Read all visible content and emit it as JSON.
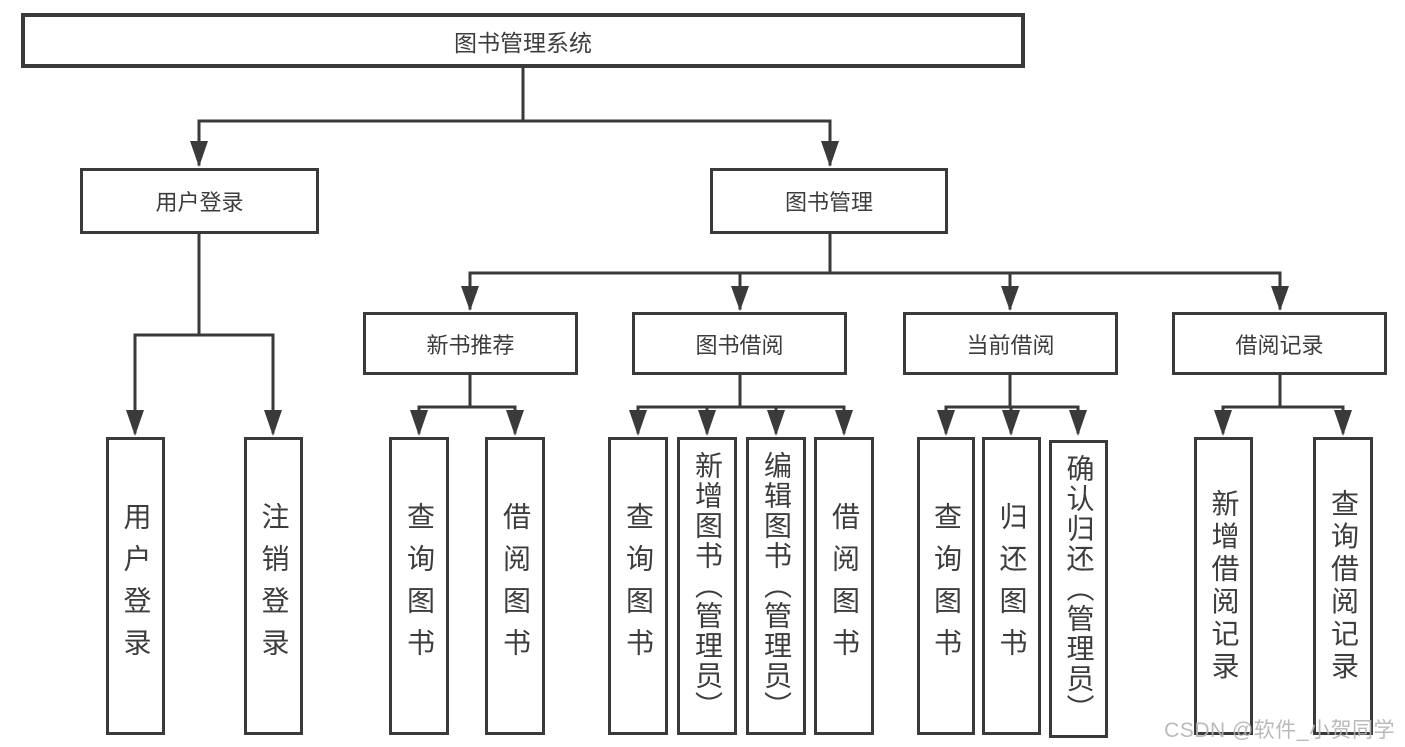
{
  "tree": {
    "label": "图书管理系统",
    "children": [
      {
        "label": "用户登录",
        "children": [
          {
            "label": "用户登录"
          },
          {
            "label": "注销登录"
          }
        ]
      },
      {
        "label": "图书管理",
        "children": [
          {
            "label": "新书推荐",
            "children": [
              {
                "label": "查询图书"
              },
              {
                "label": "借阅图书"
              }
            ]
          },
          {
            "label": "图书借阅",
            "children": [
              {
                "label": "查询图书"
              },
              {
                "label": "新增图书（管理员）"
              },
              {
                "label": "编辑图书（管理员）"
              },
              {
                "label": "借阅图书"
              }
            ]
          },
          {
            "label": "当前借阅",
            "children": [
              {
                "label": "查询图书"
              },
              {
                "label": "归还图书"
              },
              {
                "label": "确认归还（管理员）"
              }
            ]
          },
          {
            "label": "借阅记录",
            "children": [
              {
                "label": "新增借阅记录"
              },
              {
                "label": "查询借阅记录"
              }
            ]
          }
        ]
      }
    ]
  },
  "watermark": {
    "text": "CSDN @软件_小贺同学"
  },
  "colors": {
    "line": "#3a3a3a",
    "box_fill": "#ffffff",
    "text": "#3d3d3d",
    "watermark": "#b5b5b5"
  }
}
